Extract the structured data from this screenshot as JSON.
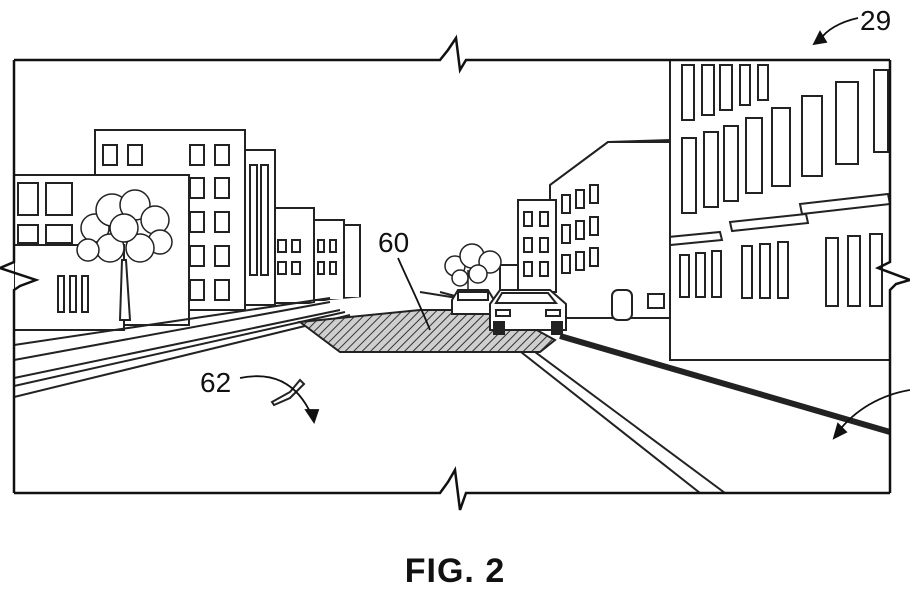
{
  "figure": {
    "caption": "FIG. 2",
    "ref_view": "29",
    "ref_region": "60",
    "ref_marker": "62"
  }
}
